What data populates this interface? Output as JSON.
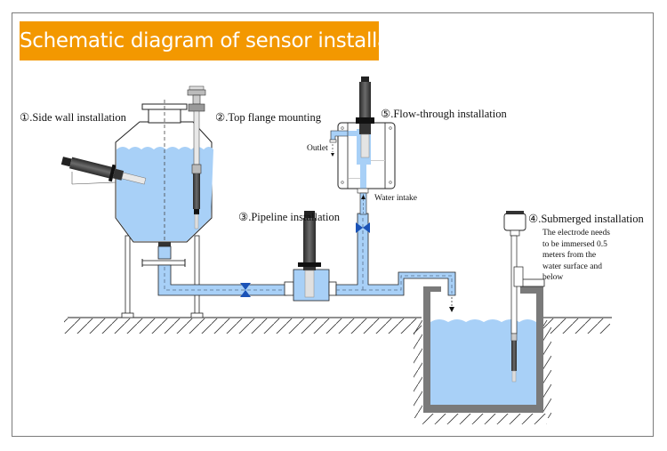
{
  "header": {
    "title": "Schematic diagram of sensor installation mode"
  },
  "colors": {
    "title_bg": "#f39800",
    "title_text": "#ffffff",
    "water": "#a8d0f7",
    "water_edge": "#7bb4ea",
    "valve": "#1b53b7",
    "wall": "#7a7a7a",
    "outline": "#222222",
    "sensor_body": "#3c3c3c"
  },
  "installations": [
    {
      "number": "①",
      "label": "①.Side wall installation"
    },
    {
      "number": "②",
      "label": "②.Top flange mounting"
    },
    {
      "number": "③",
      "label": "③.Pipeline installation"
    },
    {
      "number": "④",
      "label": "④.Submerged installation"
    },
    {
      "number": "⑤",
      "label": "⑤.Flow-through installation"
    }
  ],
  "flow_labels": {
    "outlet": "Outlet",
    "water_intake": "Water intake"
  },
  "submerged_note": {
    "lines": [
      "The electrode needs",
      "to be immersed 0.5",
      "meters from the",
      "water surface and",
      "below"
    ]
  }
}
